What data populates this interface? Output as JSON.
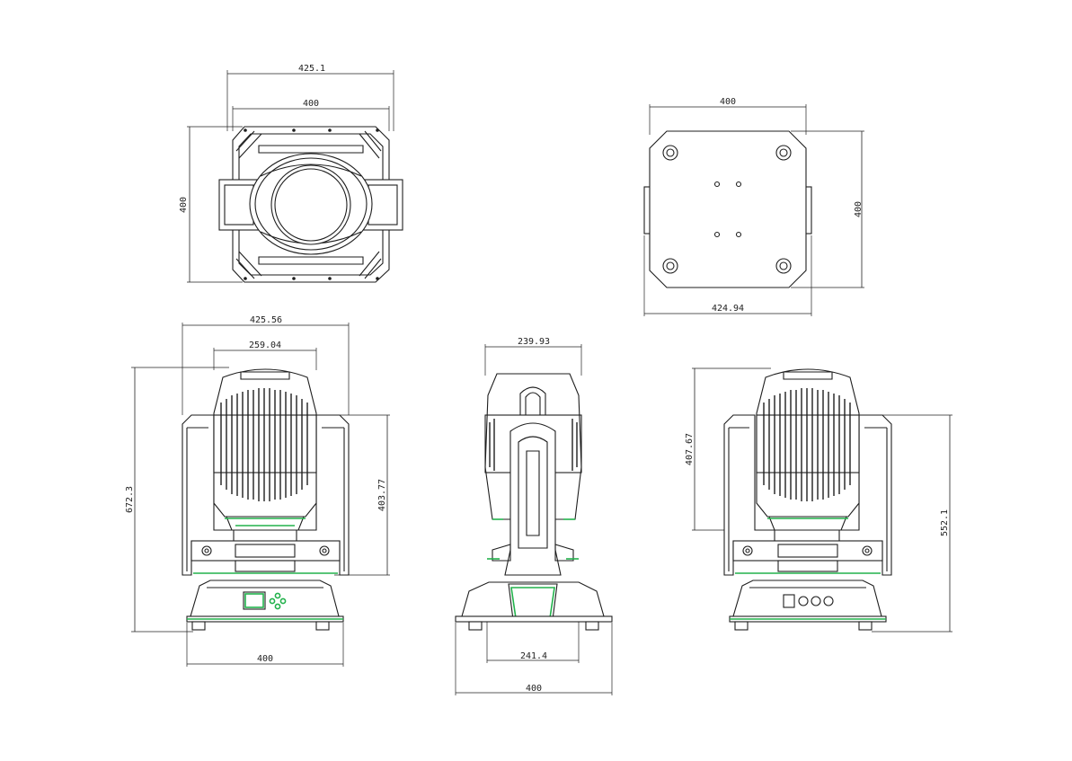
{
  "colors": {
    "line": "#1e1e1e",
    "dimension": "#222222",
    "accent_green": "#22b24c",
    "background": "#ffffff"
  },
  "dimensions": {
    "top_view": {
      "outer_width": "425.1",
      "inner_width": "400",
      "depth": "400"
    },
    "bottom_view": {
      "width": "400",
      "depth": "400",
      "outer_width": "424.94"
    },
    "front_view": {
      "arm_width": "425.56",
      "head_width": "259.04",
      "total_height": "672.3",
      "head_height": "403.77",
      "base_width": "400"
    },
    "side_view": {
      "head_width": "239.93",
      "base_inner": "241.4",
      "base_width": "400"
    },
    "back_view": {
      "head_height": "407.67",
      "total_height": "552.1"
    }
  }
}
